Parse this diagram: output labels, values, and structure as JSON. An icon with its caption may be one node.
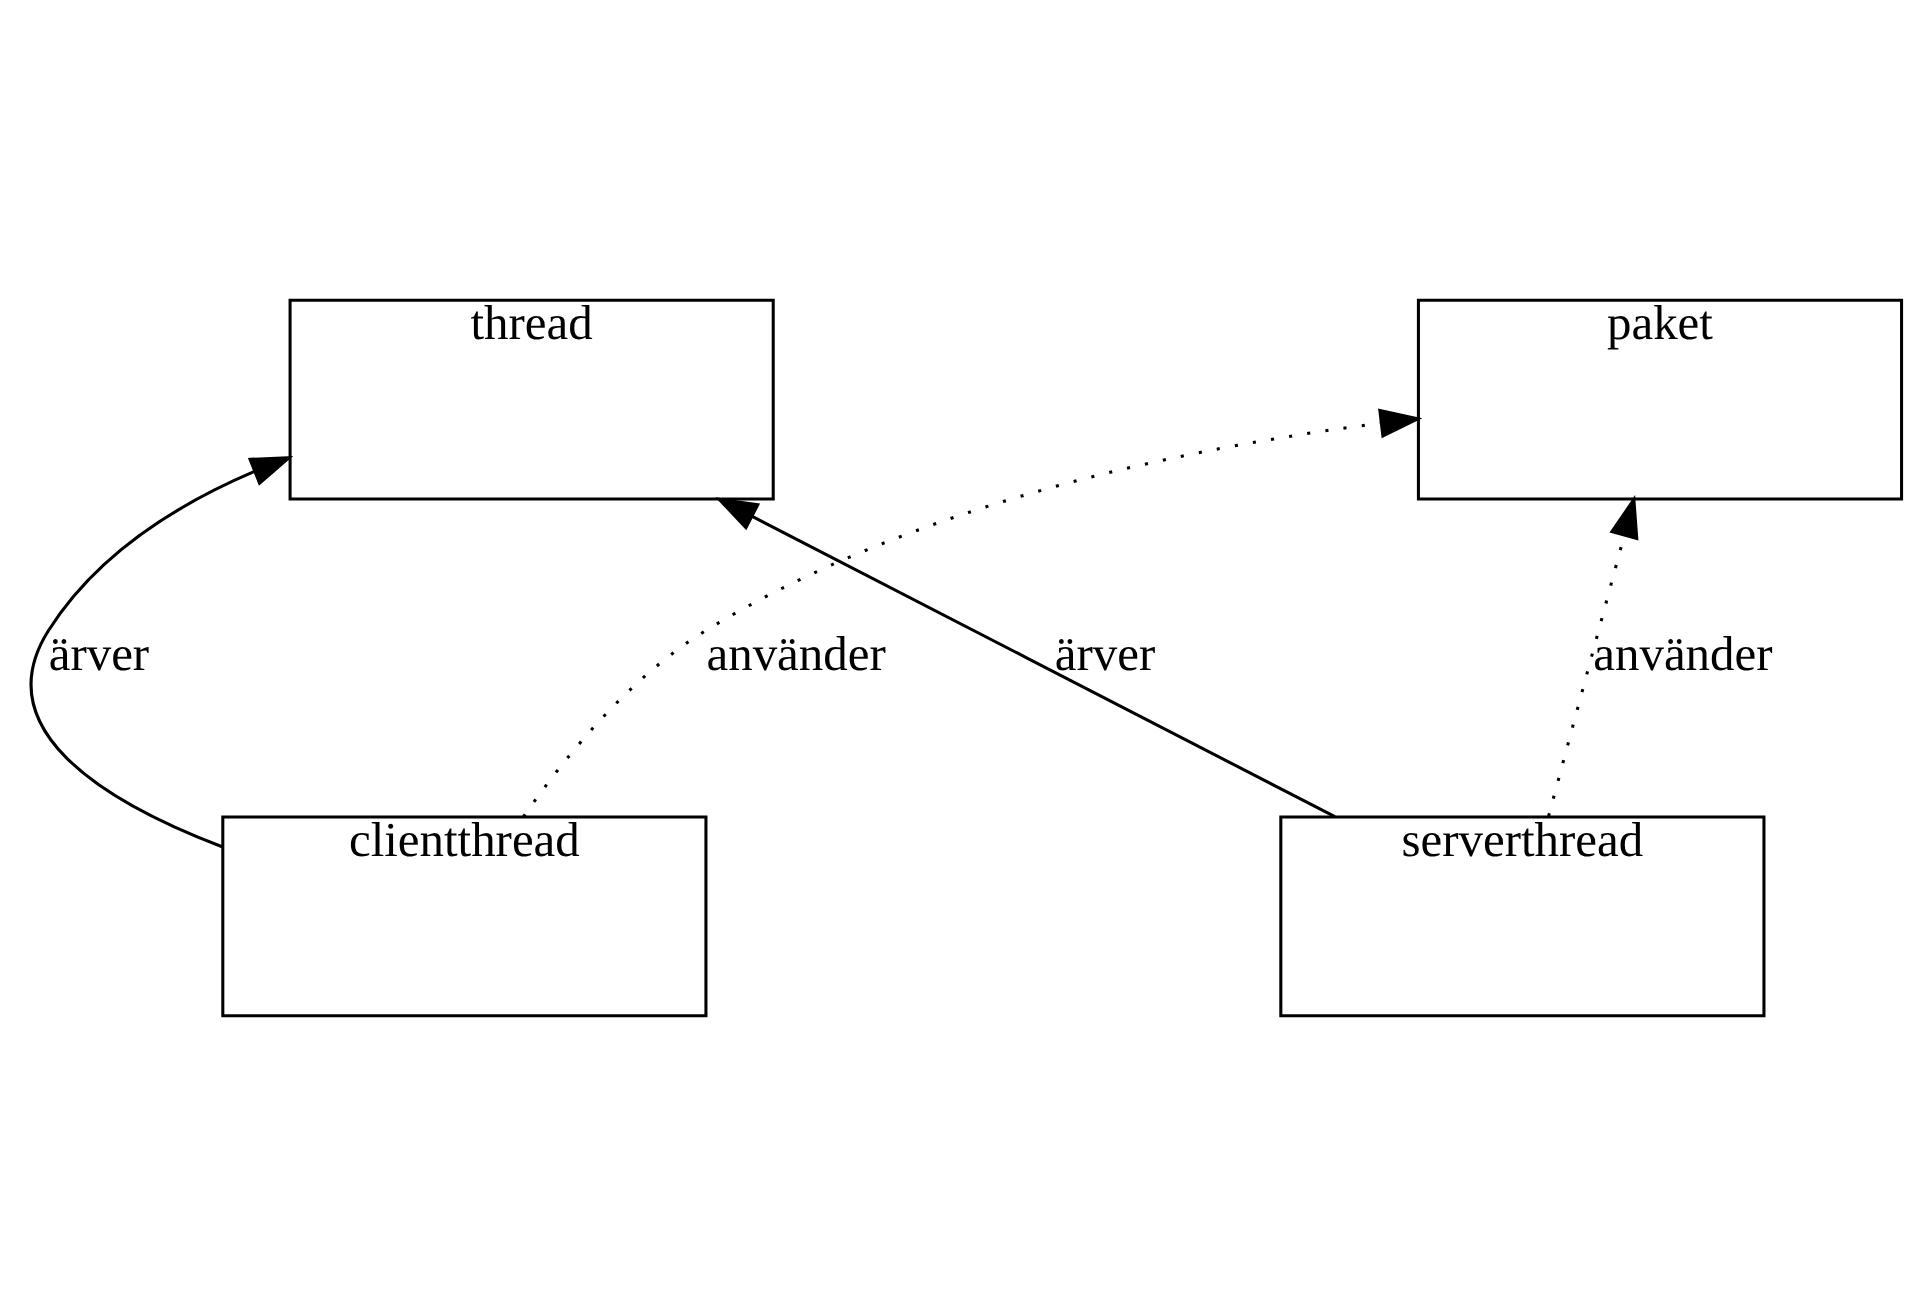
{
  "diagram": {
    "nodes": [
      {
        "text": [
          "thread"
        ]
      },
      {
        "text": [
          "clientthread"
        ]
      },
      {
        "text": [
          "serverthread"
        ]
      },
      {
        "text": [
          "paket"
        ]
      }
    ],
    "edges": [
      {
        "from": 1,
        "to": 0,
        "arrow": "to",
        "label": "ärver"
      },
      {
        "from": 2,
        "to": 0,
        "arrow": "to",
        "label": "ärver"
      },
      {
        "from": 1,
        "to": 3,
        "arrow": "to",
        "label": "använder",
        "style": "dashed"
      },
      {
        "from": 2,
        "to": 3,
        "arrow": "to",
        "label": "använder",
        "style": "dashed"
      }
    ]
  }
}
